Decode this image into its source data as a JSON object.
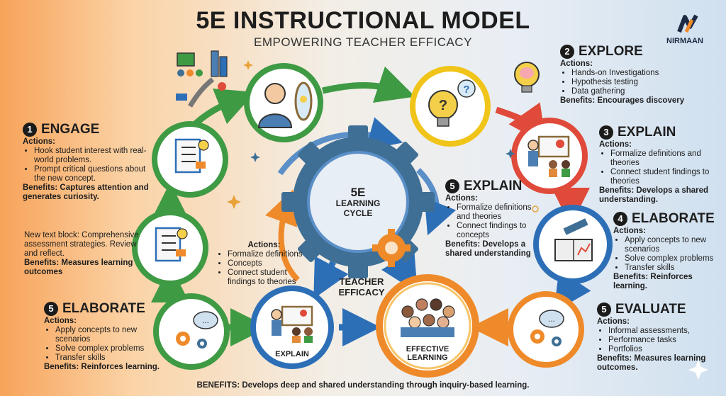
{
  "header": {
    "title": "5E INSTRUCTIONAL MODEL",
    "subtitle": "EMPOWERING TEACHER EFFICACY",
    "logo": "NIRMAAN"
  },
  "center": {
    "cycle_line1": "5E",
    "cycle_line2": "LEARNING",
    "cycle_line3": "CYCLE",
    "teacher_efficacy_line1": "TEACHER",
    "teacher_efficacy_line2": "EFFICACY",
    "effective_learning_line1": "EFFECTIVE",
    "effective_learning_line2": "LEARNING",
    "explain_circle_label": "EXPLAIN"
  },
  "engage": {
    "num": "1",
    "title": "ENGAGE",
    "actions_label": "Actions:",
    "actions": [
      "Hook student interest with real-world problems.",
      "Prompt critical questions about the new concept."
    ],
    "benefits": "Benefits: Captures attention and generates curiosity."
  },
  "assessment": {
    "text": "New text block: Comprehensive assessment strategies. Review and reflect.",
    "benefits": "Benefits: Measures learning outcomes"
  },
  "elaborate_left": {
    "num": "5",
    "title": "ELABORATE",
    "actions_label": "Actions:",
    "actions": [
      "Apply concepts to new scenarios",
      "Solve complex problems",
      "Transfer skills"
    ],
    "benefits": "Benefits: Reinforces learning."
  },
  "mid_actions": {
    "actions_label": "Actions:",
    "actions": [
      "Formalize definitions",
      "Concepts",
      "Connect student findings to theories"
    ]
  },
  "explain_center": {
    "num": "5",
    "title": "EXPLAIN",
    "actions_label": "Actions:",
    "actions": [
      "Formalize definitions and theories",
      "Connect findings to concepts"
    ],
    "benefits": "Benefits: Develops a shared understanding"
  },
  "explore": {
    "num": "2",
    "title": "EXPLORE",
    "actions_label": "Actions:",
    "actions": [
      "Hands-on Investigations",
      "Hypothesis testing",
      "Data gathering"
    ],
    "benefits": "Benefits: Encourages discovery"
  },
  "explain_right": {
    "num": "3",
    "title": "EXPLAIN",
    "actions_label": "Actions:",
    "actions": [
      "Formalize definitions and theories",
      "Connect student findings to theories"
    ],
    "benefits": "Benefits: Develops a shared understanding."
  },
  "elaborate_right": {
    "num": "4",
    "title": "ELABORATE",
    "actions_label": "Actions:",
    "actions": [
      "Apply concepts to new scenarios",
      "Solve complex problems",
      "Transfer skills"
    ],
    "benefits": "Benefits: Reinforces learning."
  },
  "evaluate": {
    "num": "5",
    "title": "EVALUATE",
    "actions_label": "Actions:",
    "actions": [
      "Informal assessments,",
      "Performance tasks",
      "Portfolios"
    ],
    "benefits": "Benefits: Measures learning outcomes."
  },
  "footer": {
    "text": "BENEFITS: Develops deep and shared understanding through inquiry-based learning."
  },
  "colors": {
    "green": "#3f9a44",
    "yellow": "#f0c419",
    "red": "#e04a3a",
    "blue": "#2d6fb7",
    "orange": "#ef8a2a",
    "gear": "#3f6f95"
  },
  "icons": [
    "city-scene-icon",
    "student-mirror-icon",
    "lightbulb-question-icon",
    "brain-bulb-icon",
    "teacher-board-icon",
    "telescope-book-icon",
    "chat-gears-icon",
    "students-group-icon",
    "checklist-icon",
    "clipboard-star-icon",
    "gear-icon"
  ]
}
